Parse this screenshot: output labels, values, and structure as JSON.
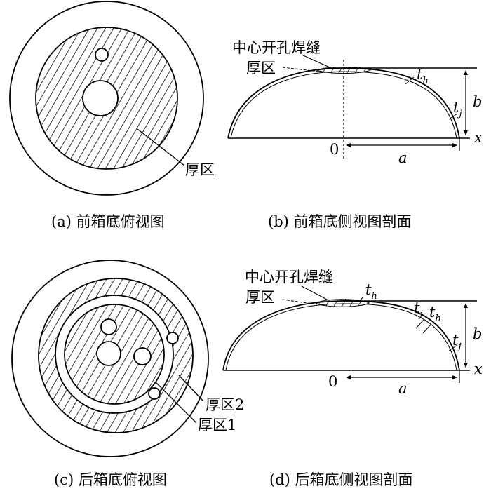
{
  "panel_a": {
    "label": "厚区",
    "caption": "(a) 前箱底俯视图"
  },
  "panel_b": {
    "weld_label": "中心开孔焊缝",
    "thick_label": "厚区",
    "th_symbol": "t",
    "th_sub": "h",
    "tj_symbol": "t",
    "tj_sub": "j",
    "b_symbol": "b",
    "x_symbol": "x",
    "origin": "0",
    "a_symbol": "a",
    "caption": "(b) 前箱底侧视图剖面"
  },
  "panel_c": {
    "label_zone2": "厚区2",
    "label_zone1": "厚区1",
    "caption": "(c) 后箱底俯视图"
  },
  "panel_d": {
    "weld_label": "中心开孔焊缝",
    "thick_label": "厚区",
    "th_top_symbol": "t",
    "th_top_sub": "h",
    "tj_mid_symbol": "t",
    "tj_mid_sub": "j",
    "th_mid_symbol": "t",
    "th_mid_sub": "h",
    "tj_symbol": "t",
    "tj_sub": "j",
    "b_symbol": "b",
    "x_symbol": "x",
    "origin": "0",
    "a_symbol": "a",
    "caption": "(d) 后箱底侧视图剖面"
  }
}
